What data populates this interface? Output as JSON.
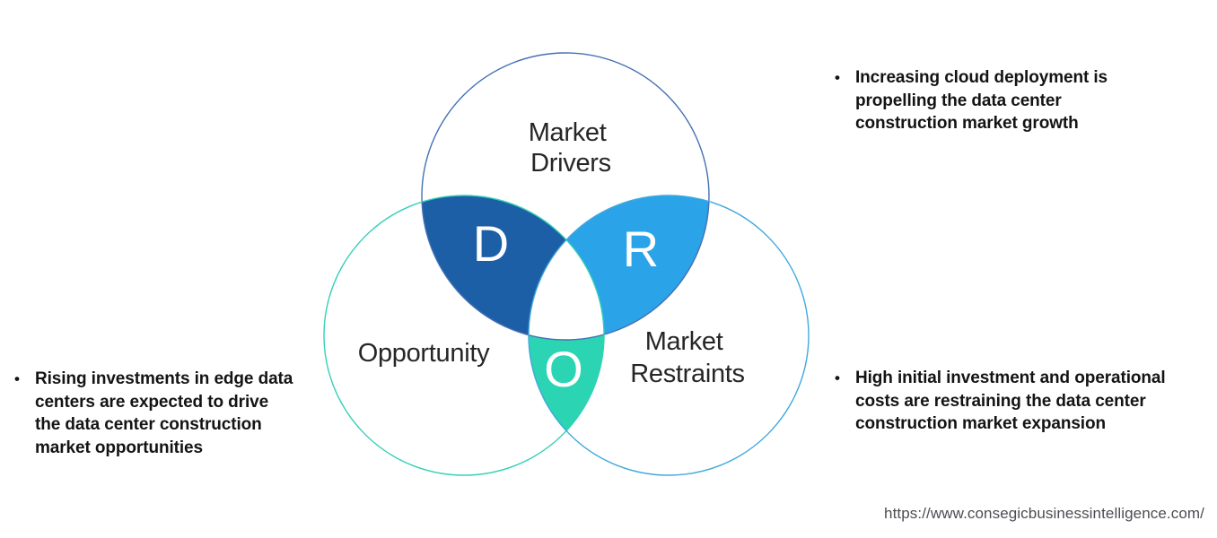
{
  "venn": {
    "circles": {
      "drivers": {
        "label_line1": "Market",
        "label_line2": "Drivers",
        "stroke": "#4470b4"
      },
      "opportunity": {
        "label": "Opportunity",
        "stroke": "#35d0b5"
      },
      "restraints": {
        "label_line1": "Market",
        "label_line2": "Restraints",
        "stroke": "#41a8dd"
      }
    },
    "regions": {
      "drivers_letter": "D",
      "restraints_letter": "R",
      "opportunity_letter": "O",
      "drivers_fill": "#1d5fa6",
      "restraints_fill": "#2aa3e8",
      "opportunity_fill": "#2bd4b3"
    }
  },
  "bullets": {
    "marker": "•",
    "top_right_lines": [
      "Increasing cloud deployment is",
      "propelling the data center",
      "construction market growth"
    ],
    "left_lines": [
      "Rising investments in edge data",
      "centers are expected to drive",
      "the data center construction",
      "market opportunities"
    ],
    "bottom_right_lines": [
      "High initial investment and operational",
      "costs are restraining the data center",
      "construction market expansion"
    ]
  },
  "footer": {
    "source_url": "https://www.consegicbusinessintelligence.com/"
  }
}
